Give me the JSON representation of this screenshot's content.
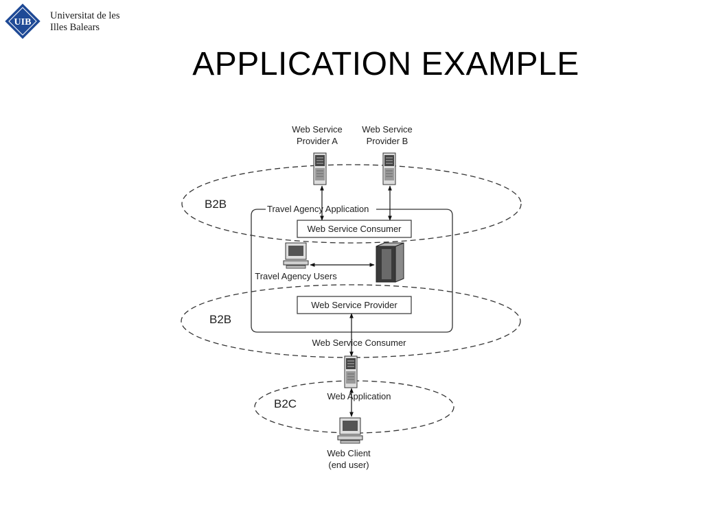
{
  "header": {
    "logo_letters": "UIB",
    "logo_line1": "Universitat de les",
    "logo_line2": "Illes Balears"
  },
  "slide": {
    "title": "APPLICATION EXAMPLE"
  },
  "diagram": {
    "zones": {
      "b2b_top": "B2B",
      "b2b_middle": "B2B",
      "b2c": "B2C"
    },
    "provider_a": [
      "Web Service",
      "Provider A"
    ],
    "provider_b": [
      "Web Service",
      "Provider B"
    ],
    "travel_agency_application": "Travel Agency Application",
    "ws_consumer_box": "Web Service Consumer",
    "travel_agency_users": "Travel Agency Users",
    "ws_provider_box": "Web Service Provider",
    "ws_consumer_label": "Web Service Consumer",
    "web_application": "Web Application",
    "web_client": [
      "Web Client",
      "(end user)"
    ]
  }
}
